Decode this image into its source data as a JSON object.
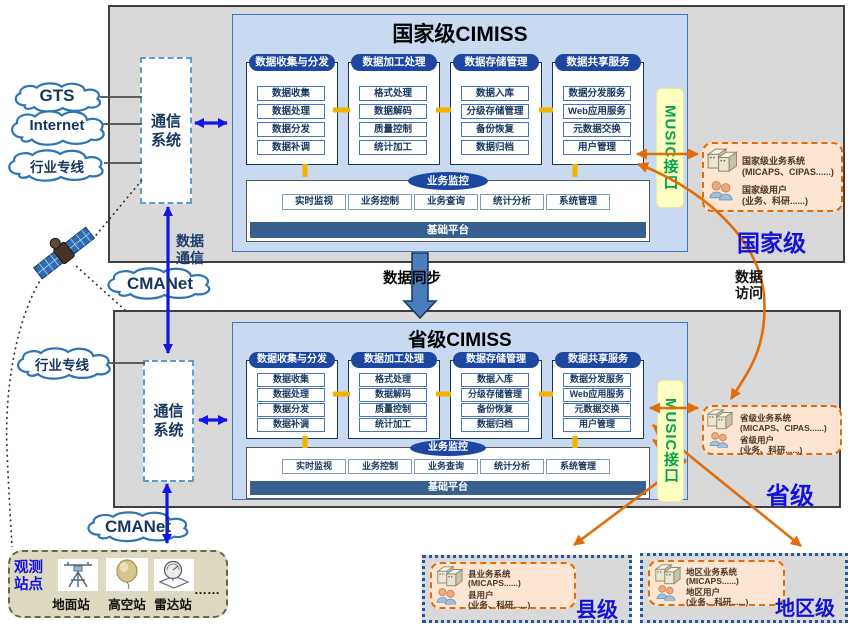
{
  "colors": {
    "panel_blue": "#c9d9f0",
    "pill_blue": "#1d47a0",
    "platform_blue": "#376091",
    "music_green": "#00a34d",
    "music_bg": "#ffffc2",
    "orange": "#e36c09",
    "biz_bg": "#fce5d3",
    "level_label_blue": "#1212d8",
    "grey_box": "#d9d9d9",
    "cloud_stroke": "#2e75b6",
    "arrow_blue": "#1414e8",
    "connector_yellow": "#f3b200"
  },
  "national": {
    "title": "国家级CIMISS",
    "groups": [
      {
        "title": "数据收集与分发",
        "items": [
          "数据收集",
          "数据处理",
          "数据分发",
          "数据补调"
        ]
      },
      {
        "title": "数据加工处理",
        "items": [
          "格式处理",
          "数据解码",
          "质量控制",
          "统计加工"
        ]
      },
      {
        "title": "数据存储管理",
        "items": [
          "数据入库",
          "分级存储管理",
          "备份恢复",
          "数据归档"
        ]
      },
      {
        "title": "数据共享服务",
        "items": [
          "数据分发服务",
          "Web应用服务",
          "元数据交换",
          "用户管理"
        ]
      }
    ],
    "monitor_title": "业务监控",
    "monitor_items": [
      "实时监视",
      "业务控制",
      "业务查询",
      "统计分析",
      "系统管理"
    ],
    "platform": "基础平台",
    "music": "MUSIC接口",
    "level_label": "国家级",
    "biz": {
      "sys": "国家级业务系统",
      "sys_detail": "(MICAPS、CIPAS......)",
      "user": "国家级用户",
      "user_detail": "(业务、科研......)"
    }
  },
  "provincial": {
    "title": "省级CIMISS",
    "groups": [
      {
        "title": "数据收集与分发",
        "items": [
          "数据收集",
          "数据处理",
          "数据分发",
          "数据补调"
        ]
      },
      {
        "title": "数据加工处理",
        "items": [
          "格式处理",
          "数据解码",
          "质量控制",
          "统计加工"
        ]
      },
      {
        "title": "数据存储管理",
        "items": [
          "数据入库",
          "分级存储管理",
          "备份恢复",
          "数据归档"
        ]
      },
      {
        "title": "数据共享服务",
        "items": [
          "数据分发服务",
          "Web应用服务",
          "元数据交换",
          "用户管理"
        ]
      }
    ],
    "monitor_title": "业务监控",
    "monitor_items": [
      "实时监视",
      "业务控制",
      "业务查询",
      "统计分析",
      "系统管理"
    ],
    "platform": "基础平台",
    "music": "MUSIC接口",
    "level_label": "省级",
    "biz": {
      "sys": "省级业务系统",
      "sys_detail": "(MICAPS、CIPAS......)",
      "user": "省级用户",
      "user_detail": "(业务、科研......)"
    }
  },
  "county": {
    "label": "县级",
    "biz": {
      "sys": "县业务系统",
      "sys_detail": "(MICAPS......)",
      "user": "县用户",
      "user_detail": "(业务、科研......)"
    }
  },
  "district": {
    "label": "地区级",
    "biz": {
      "sys": "地区业务系统",
      "sys_detail": "(MICAPS......)",
      "user": "地区用户",
      "user_detail": "(业务、科研......)"
    }
  },
  "network": {
    "gts": "GTS",
    "internet": "Internet",
    "industry_line": "行业专线",
    "industry_line2": "行业专线",
    "cmanet": "CMANet",
    "cmanet2": "CMANet",
    "comm_system": "通信系统",
    "comm_system2": "通信系统"
  },
  "flows": {
    "data_sync": "数据同步",
    "data_comm": "数据通信",
    "data_access": "数据访问"
  },
  "observation": {
    "label": "观测站点",
    "stations": [
      "地面站",
      "高空站",
      "雷达站"
    ],
    "ellipsis": "……"
  }
}
